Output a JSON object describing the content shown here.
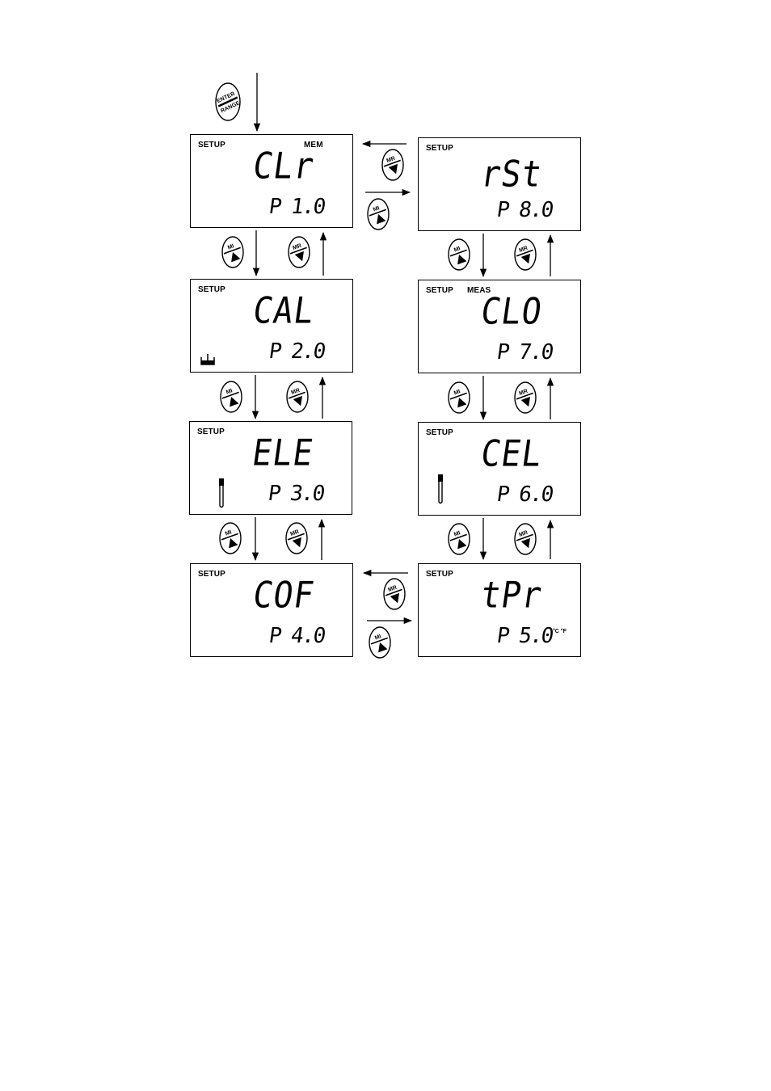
{
  "setup_label": "SETUP",
  "screens": [
    {
      "id": "p1",
      "code": "CLr",
      "param": "P 1.0",
      "extra": "MEM",
      "unit": ""
    },
    {
      "id": "p2",
      "code": "CAL",
      "param": "P 2.0",
      "extra": "",
      "unit": ""
    },
    {
      "id": "p3",
      "code": "ELE",
      "param": "P 3.0",
      "extra": "",
      "unit": ""
    },
    {
      "id": "p4",
      "code": "COF",
      "param": "P 4.0",
      "extra": "",
      "unit": ""
    },
    {
      "id": "p5",
      "code": "tPr",
      "param": "P 5.0",
      "extra": "",
      "unit": "°C °F"
    },
    {
      "id": "p6",
      "code": "CEL",
      "param": "P 6.0",
      "extra": "",
      "unit": ""
    },
    {
      "id": "p7",
      "code": "CLO",
      "param": "P 7.0",
      "extra": "MEAS",
      "unit": ""
    },
    {
      "id": "p8",
      "code": "rSt",
      "param": "P 8.0",
      "extra": "",
      "unit": ""
    }
  ],
  "buttons": {
    "enter_top": "ENTER",
    "enter_bottom": "RANGE",
    "mi": "MI",
    "mr": "MR"
  }
}
